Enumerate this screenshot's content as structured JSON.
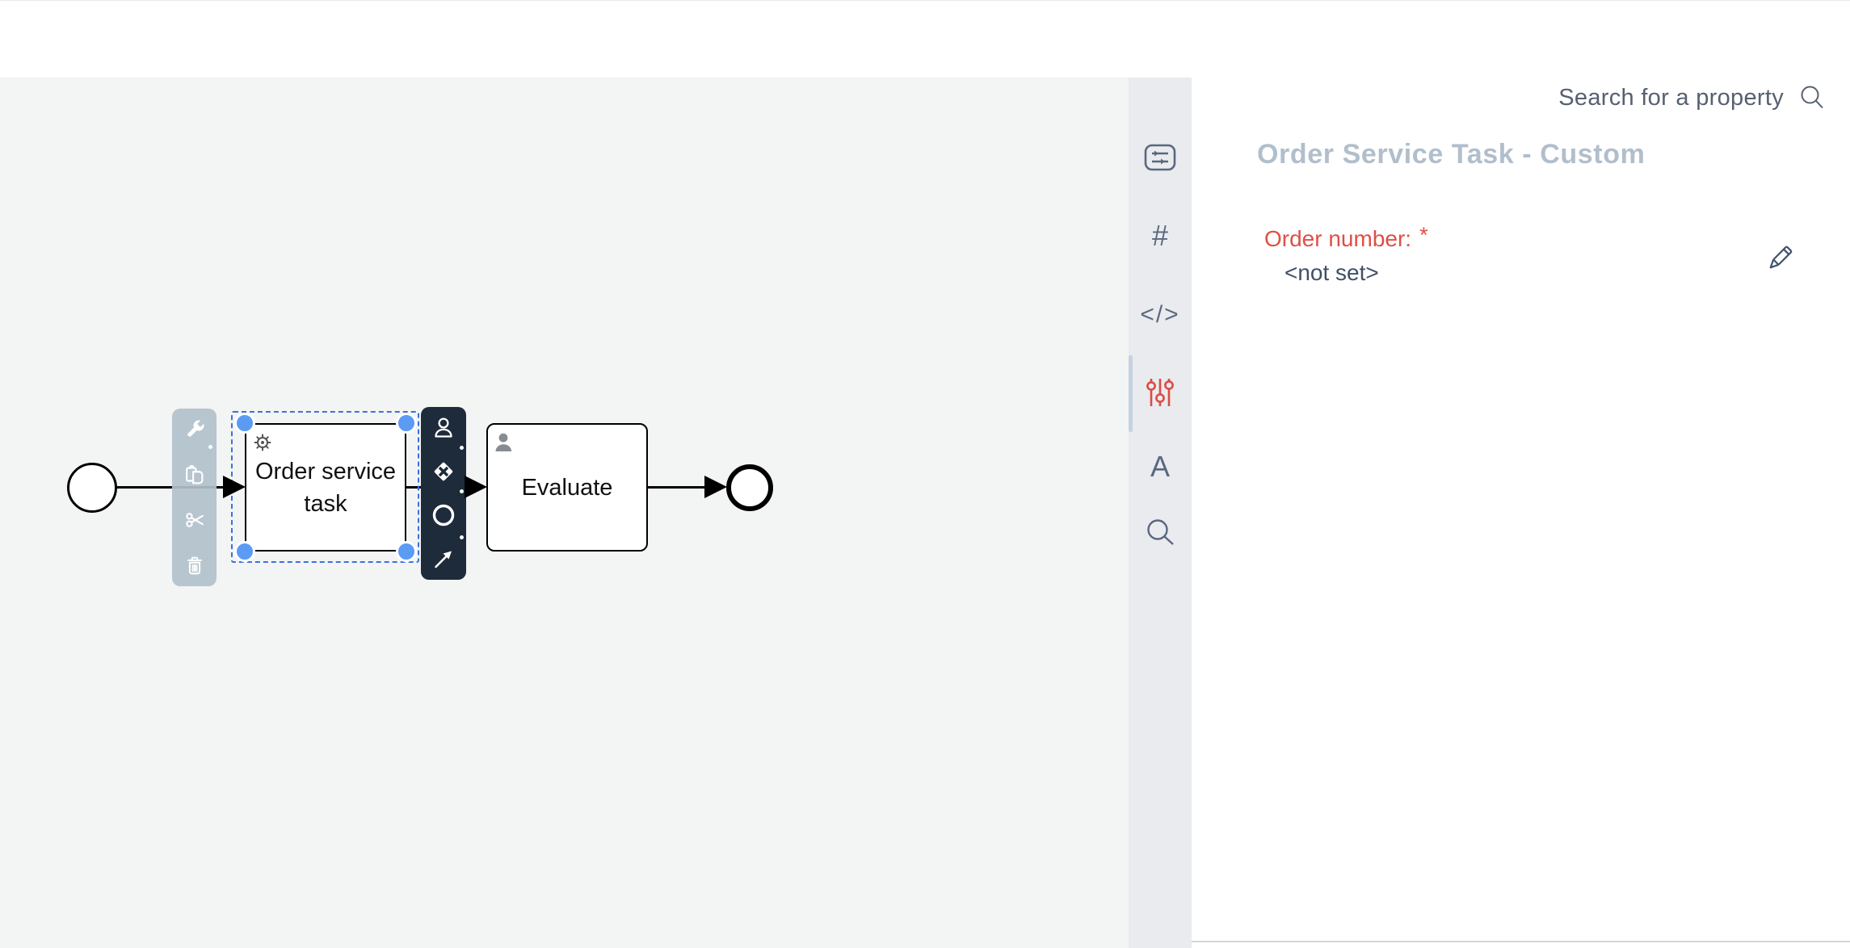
{
  "canvas": {
    "start_event": {
      "name": "start event"
    },
    "task": {
      "line1": "Order service",
      "line2": "task",
      "label": "Order service task"
    },
    "user_task": {
      "label": "Evaluate"
    },
    "end_event": {
      "name": "end event"
    }
  },
  "rail": {
    "items": [
      {
        "id": "overview",
        "icon": "settings-panel-icon"
      },
      {
        "id": "id",
        "glyph": "#"
      },
      {
        "id": "code",
        "glyph": "</>"
      },
      {
        "id": "properties",
        "icon": "sliders-icon",
        "active": true
      },
      {
        "id": "font",
        "glyph": "A"
      },
      {
        "id": "search",
        "icon": "magnifier-icon"
      }
    ]
  },
  "panel": {
    "search_label": "Search for a property",
    "title": "Order Service Task - Custom",
    "field": {
      "label": "Order number:",
      "required": "*",
      "value": "<not set>"
    }
  },
  "colors": {
    "canvas_bg": "#f3f4f4",
    "rail_bg": "#e9ebee",
    "dark_pad": "#1d2b3a",
    "gray_pad": "#b6c2cc",
    "selection_blue": "#3c70dd",
    "handle_blue": "#5b9bf3",
    "accent_red": "#df4f47",
    "title_gray": "#b1becb",
    "text_slate": "#42526e",
    "active_indicator": "#c7d2e0"
  }
}
